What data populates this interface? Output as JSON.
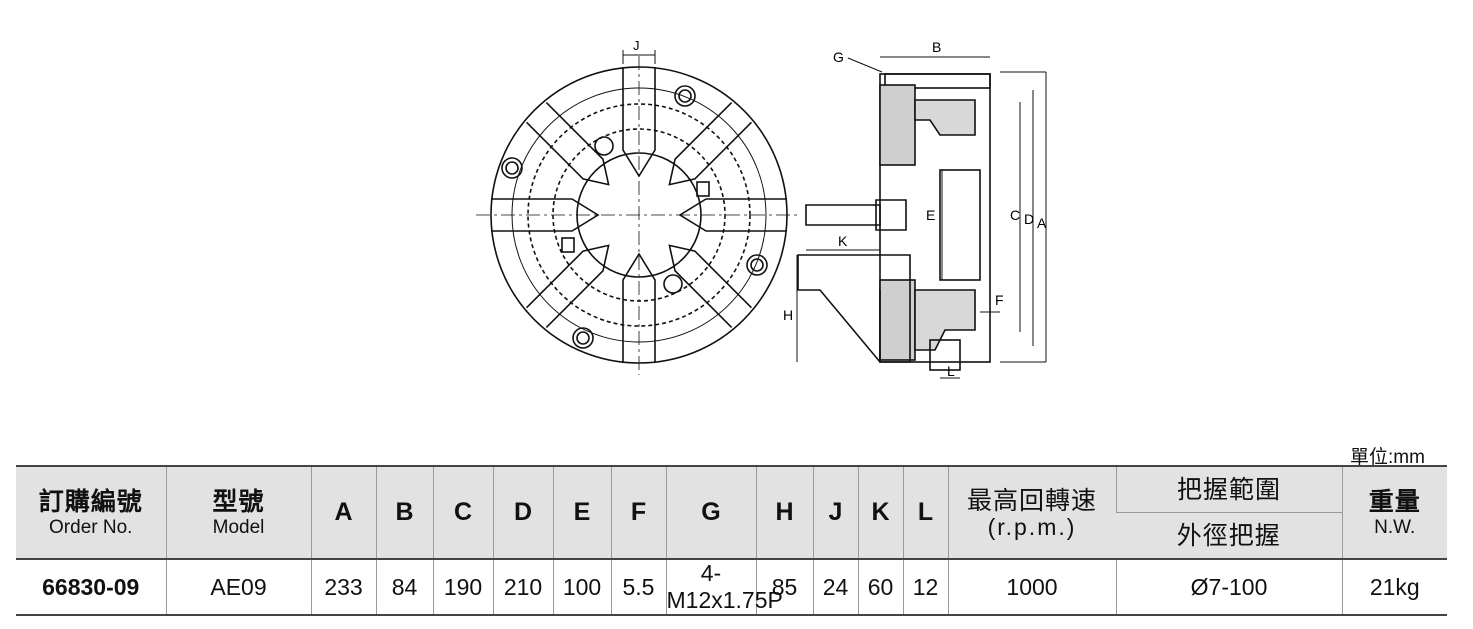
{
  "drawing": {
    "labels": {
      "j": "J",
      "g": "G",
      "b": "B",
      "c": "C",
      "d": "D",
      "a": "A",
      "e": "E",
      "k": "K",
      "h": "H",
      "f": "F",
      "l": "L"
    }
  },
  "unit_note": "單位:mm",
  "table": {
    "headers": {
      "order_zh": "訂購編號",
      "order_en": "Order No.",
      "model_zh": "型號",
      "model_en": "Model",
      "a": "A",
      "b": "B",
      "c": "C",
      "d": "D",
      "e": "E",
      "f": "F",
      "g": "G",
      "h": "H",
      "j": "J",
      "k": "K",
      "l": "L",
      "rpm_zh": "最高回轉速",
      "rpm_en": "(r.p.m.)",
      "grip_zh": "把握範圍",
      "grip_sub": "外徑把握",
      "nw_zh": "重量",
      "nw_en": "N.W."
    },
    "row": {
      "order": "66830-09",
      "model": "AE09",
      "a": "233",
      "b": "84",
      "c": "190",
      "d": "210",
      "e": "100",
      "f": "5.5",
      "g": "4-M12x1.75P",
      "h": "85",
      "j": "24",
      "k": "60",
      "l": "12",
      "rpm": "1000",
      "grip": "Ø7-100",
      "nw": "21kg"
    }
  }
}
